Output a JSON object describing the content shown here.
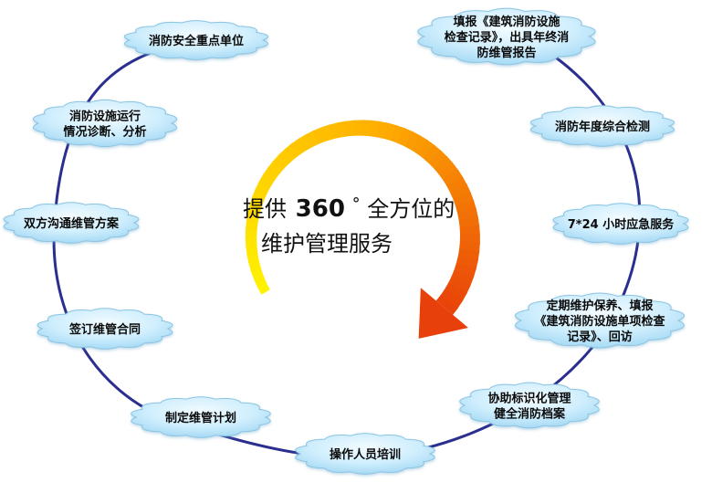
{
  "center": {
    "prefix": "提供",
    "number": "360",
    "degree": "°",
    "suffix": "全方位的",
    "line2": "维护管理服务"
  },
  "nodes": [
    {
      "id": "key-units",
      "lines": [
        "消防安全重点单位"
      ]
    },
    {
      "id": "fill-record",
      "lines": [
        "填报《建筑消防设施",
        "检查记录》，出具年终消",
        "防维管报告"
      ]
    },
    {
      "id": "operation-analysis",
      "lines": [
        "消防设施运行",
        "情况诊断、分析"
      ]
    },
    {
      "id": "annual-inspection",
      "lines": [
        "消防年度综合检测"
      ]
    },
    {
      "id": "two-way-plan",
      "lines": [
        "双方沟通维管方案"
      ]
    },
    {
      "id": "emergency-service",
      "lines": [
        "7*24 小时应急服务"
      ]
    },
    {
      "id": "sign-contract",
      "lines": [
        "签订维管合同"
      ]
    },
    {
      "id": "periodic-maintenance",
      "lines": [
        "定期维护保养、填报",
        "《建筑消防设施单项检查",
        "记录》、回访"
      ]
    },
    {
      "id": "maintenance-plan",
      "lines": [
        "制定维管计划"
      ]
    },
    {
      "id": "fire-archives",
      "lines": [
        "协助标识化管理",
        "健全消防档案"
      ]
    },
    {
      "id": "staff-training",
      "lines": [
        "操作人员培训"
      ]
    }
  ],
  "colors": {
    "cloud_fill_light": "#f2fbff",
    "cloud_fill_dark": "#9fd6f3",
    "cloud_stroke": "#8cc4e2",
    "ring": "#2a2f8f",
    "node_dot": "#1e2a8a",
    "arrow_start": "#fff200",
    "arrow_mid": "#ffb000",
    "arrow_end": "#e8400a"
  }
}
